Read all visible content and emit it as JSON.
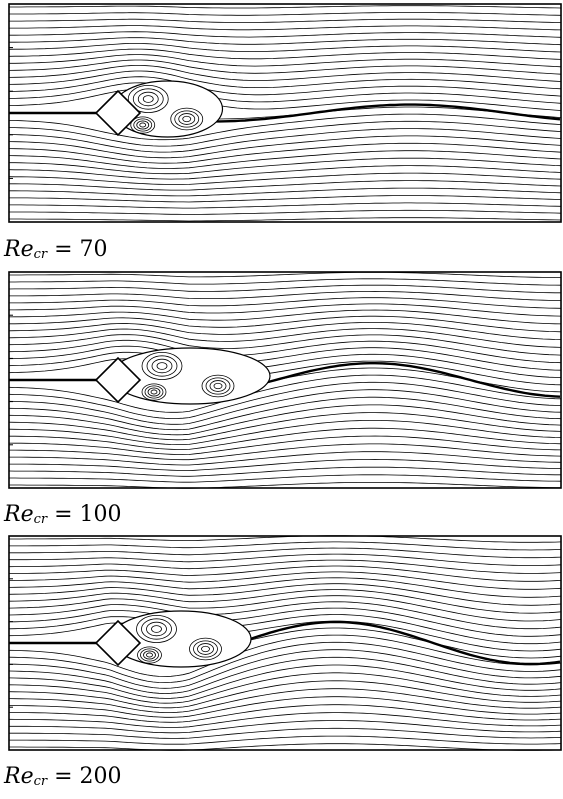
{
  "panels": [
    {
      "re_symbol": "Re",
      "re_subscript": "cr",
      "equals": "=",
      "re_value": "70"
    },
    {
      "re_symbol": "Re",
      "re_subscript": "cr",
      "equals": "=",
      "re_value": "100"
    },
    {
      "re_symbol": "Re",
      "re_subscript": "cr",
      "equals": "=",
      "re_value": "200"
    }
  ],
  "colors": {
    "line": "#000000",
    "background": "#ffffff"
  }
}
